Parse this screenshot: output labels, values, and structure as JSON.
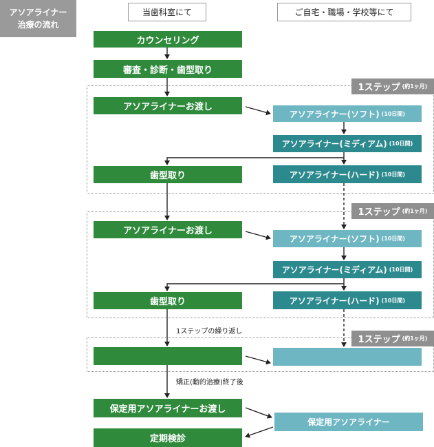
{
  "title": {
    "line1": "アソアライナー",
    "line2": "治療の流れ"
  },
  "columns": {
    "clinic": "当歯科室にて",
    "home": "ご自宅・職場・学校等にて"
  },
  "flow": {
    "counseling": "カウンセリング",
    "exam": "審査・診断・歯型取り",
    "handover": "アソアライナーお渡し",
    "impression": "歯型取り",
    "retainer_handover": "保定用アソアライナーお渡し",
    "checkup": "定期検診",
    "retainer": "保定用アソアライナー"
  },
  "aligners": {
    "soft": "アソアライナー(ソフト)",
    "medium": "アソアライナー(ミディアム)",
    "hard": "アソアライナー(ハード)",
    "duration": "(10日間)"
  },
  "step": {
    "label": "1ステップ",
    "period": "(約1ヶ月)"
  },
  "notes": {
    "repeat": "1ステップの繰り返し",
    "after": "矯正(動的治療)終了後"
  },
  "colors": {
    "green": "#2f8a3c",
    "teal_light": "#6db6c2",
    "teal_dark": "#2c8a8f",
    "gray": "#8f8f8f"
  }
}
